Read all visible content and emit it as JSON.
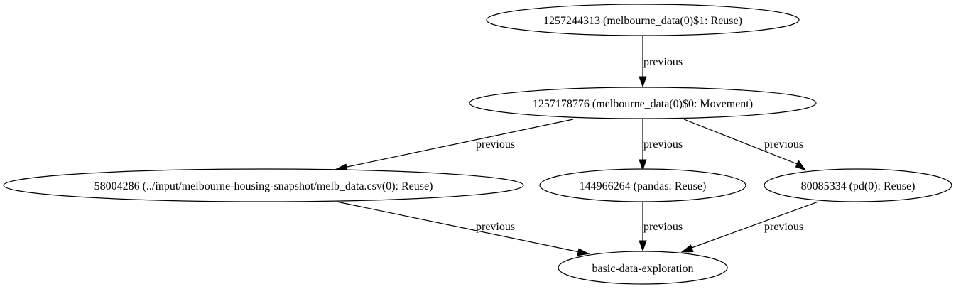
{
  "nodes": [
    {
      "id": "n_reuse1",
      "label": "1257244313 (melbourne_data(0)$1: Reuse)"
    },
    {
      "id": "n_move0",
      "label": "1257178776 (melbourne_data(0)$0: Movement)"
    },
    {
      "id": "n_csv",
      "label": "58004286 (../input/melbourne-housing-snapshot/melb_data.csv(0): Reuse)"
    },
    {
      "id": "n_pandas",
      "label": "144966264 (pandas: Reuse)"
    },
    {
      "id": "n_pd",
      "label": "80085334 (pd(0): Reuse)"
    },
    {
      "id": "n_root",
      "label": "basic-data-exploration"
    }
  ],
  "edges": [
    {
      "from": "n_reuse1",
      "to": "n_move0",
      "label": "previous"
    },
    {
      "from": "n_move0",
      "to": "n_csv",
      "label": "previous"
    },
    {
      "from": "n_move0",
      "to": "n_pandas",
      "label": "previous"
    },
    {
      "from": "n_move0",
      "to": "n_pd",
      "label": "previous"
    },
    {
      "from": "n_csv",
      "to": "n_root",
      "label": "previous"
    },
    {
      "from": "n_pandas",
      "to": "n_root",
      "label": "previous"
    },
    {
      "from": "n_pd",
      "to": "n_root",
      "label": "previous"
    }
  ],
  "colors": {
    "stroke": "#000000",
    "fill": "#ffffff",
    "text": "#000000"
  }
}
